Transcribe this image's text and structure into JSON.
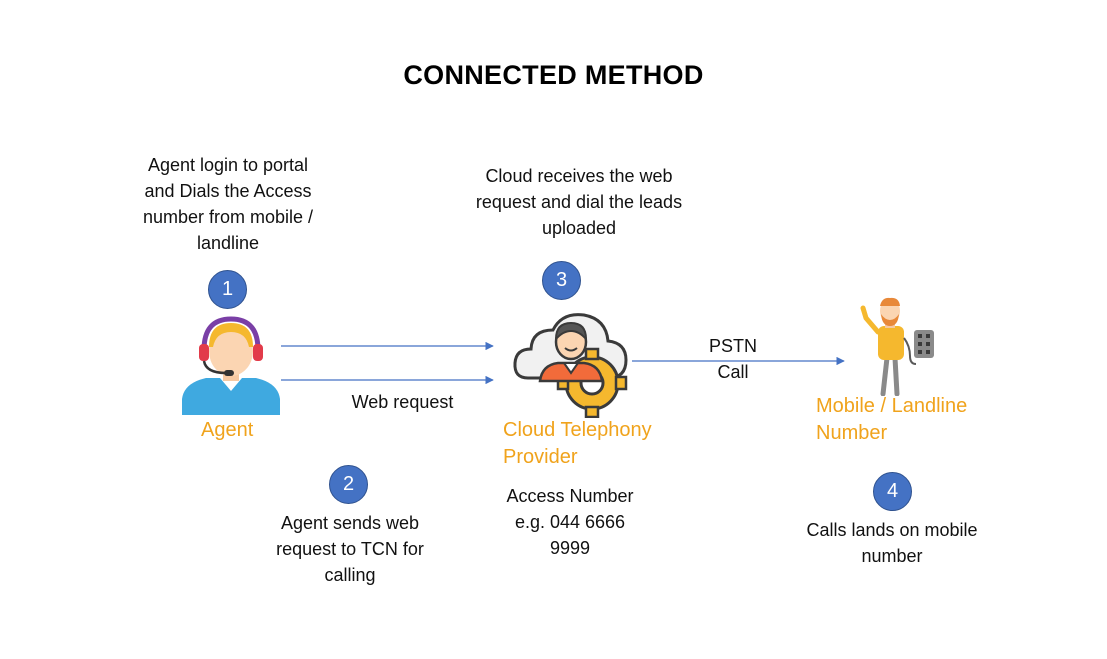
{
  "title": "CONNECTED METHOD",
  "steps": [
    {
      "number": "1",
      "text": [
        "Agent login to portal",
        "and Dials the Access",
        "number from mobile /",
        "landline"
      ]
    },
    {
      "number": "2",
      "text": [
        "Agent sends web",
        "request to TCN for",
        "calling"
      ]
    },
    {
      "number": "3",
      "text": [
        "Cloud receives the web",
        "request and dial the leads",
        "uploaded"
      ]
    },
    {
      "number": "4",
      "text": [
        "Calls lands on mobile",
        "number"
      ]
    }
  ],
  "nodes": {
    "agent": {
      "label": "Agent",
      "icon": "agent-headset-icon"
    },
    "cloud": {
      "label": [
        "Cloud Telephony",
        "Provider"
      ],
      "icon": "cloud-provider-icon"
    },
    "mobile": {
      "label": [
        "Mobile / Landline",
        "Number"
      ],
      "icon": "person-with-phone-icon"
    }
  },
  "edges": {
    "web_request": "Web request",
    "pstn": [
      "PSTN",
      "Call"
    ]
  },
  "access_number": [
    "Access Number",
    "e.g. 044 6666",
    "9999"
  ],
  "colors": {
    "badge": "#4472c4",
    "label": "#f0a31c",
    "arrow": "#4472c4"
  }
}
